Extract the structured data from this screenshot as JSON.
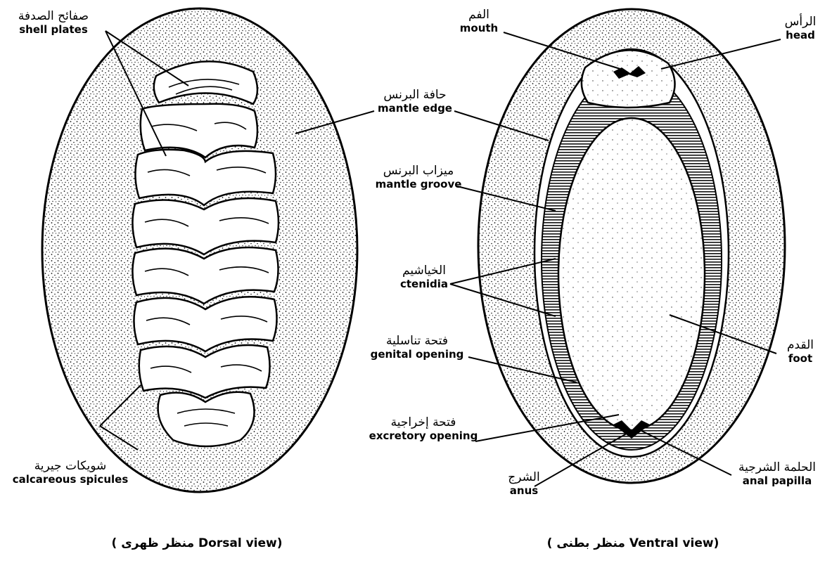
{
  "dorsal": {
    "caption": "( منظر ظهرى  Dorsal view)",
    "labels": {
      "shell_plates": {
        "arabic": "صفائح الصدفة",
        "english": "shell plates"
      },
      "mantle_edge": {
        "arabic": "حافة البرنس",
        "english": "mantle edge"
      },
      "calcareous_spicules": {
        "arabic": "شويكات جيرية",
        "english": "calcareous spicules"
      }
    }
  },
  "ventral": {
    "caption": "( منظر بطنى  Ventral view)",
    "labels": {
      "mouth": {
        "arabic": "الفم",
        "english": "mouth"
      },
      "head": {
        "arabic": "الرأس",
        "english": "head"
      },
      "mantle_groove": {
        "arabic": "ميزاب البرنس",
        "english": "mantle groove"
      },
      "ctenidia": {
        "arabic": "الخياشيم",
        "english": "ctenidia"
      },
      "genital_opening": {
        "arabic": "فتحة تناسلية",
        "english": "genital opening"
      },
      "excretory_opening": {
        "arabic": "فتحة إخراجية",
        "english": "excretory opening"
      },
      "anus": {
        "arabic": "الشرج",
        "english": "anus"
      },
      "anal_papilla": {
        "arabic": "الحلمة الشرجية",
        "english": "anal papilla"
      },
      "foot": {
        "arabic": "القدم",
        "english": "foot"
      }
    }
  },
  "colors": {
    "ink": "#000000",
    "paper": "#ffffff",
    "stipple": "#1a1a1a"
  }
}
